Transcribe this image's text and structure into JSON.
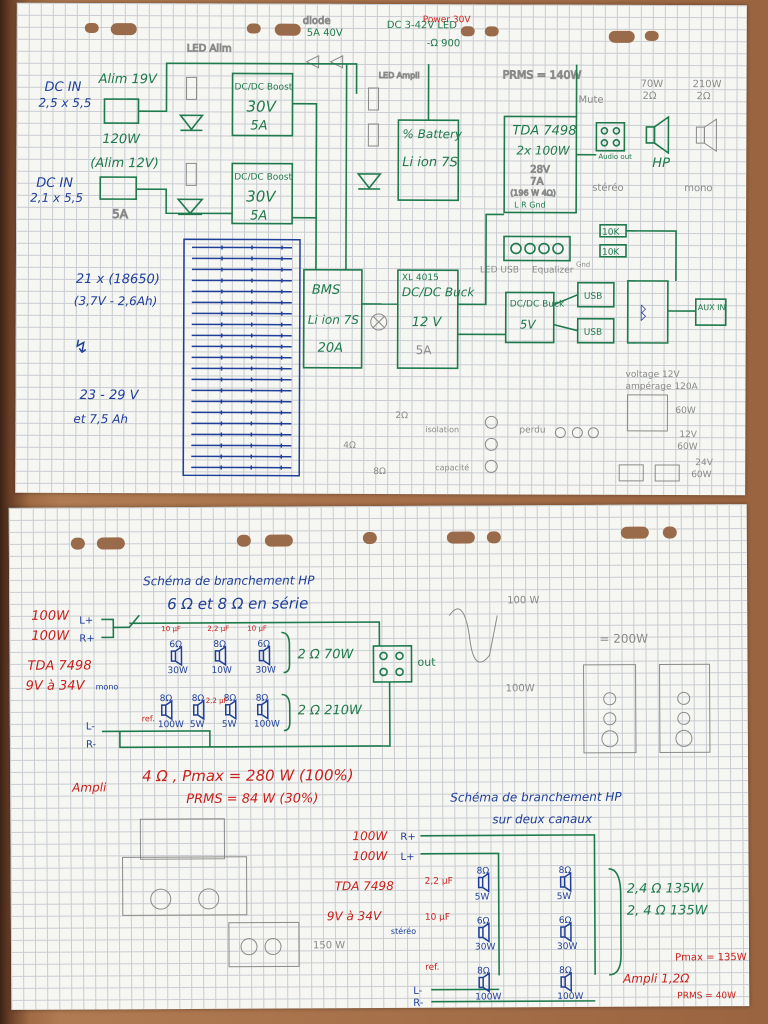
{
  "top": {
    "dc_in_1": "DC IN",
    "dc_in_1_size": "2,5 x 5,5",
    "dc_in_2": "DC IN",
    "dc_in_2_size": "2,1 x 5,5",
    "alim_19v": "Alim 19V",
    "alim_19v_power": "120W",
    "alim_12v": "(Alim 12V)",
    "alim_12v_current": "5A",
    "led_alim": "LED Alim",
    "boost1_title": "DC/DC Boost",
    "boost1_v": "30V",
    "boost1_a": "5A",
    "boost2_title": "DC/DC Boost",
    "boost2_v": "30V",
    "boost2_a": "5A",
    "diode": "diode",
    "diode_spec": "5A 40V",
    "dc_volt": "DC 3-42V LED",
    "power_ref": "Power 30V",
    "ohm_ref": "-Ω 900",
    "led_ampli": "LED Ampli",
    "battery_title": "% Battery",
    "battery_type": "Li ion 7S",
    "prms": "PRMS = 140W",
    "tda_title": "TDA 7498",
    "tda_power": "2x 100W",
    "tda_v": "28V",
    "tda_a": "7A",
    "tda_note": "(196 W 4Ω)",
    "tda_pins": "L R Gnd",
    "mute": "Mute",
    "w70": "70W",
    "o2": "2Ω",
    "w210": "210W",
    "o2b": "2Ω",
    "audio_out": "Audio out",
    "hp": "HP",
    "stereo": "stéréo",
    "mono": "mono",
    "r10k_1": "10K",
    "r10k_2": "10K",
    "led_usb": "LED USB",
    "equalizer": "Equalizer",
    "gnd": "Gnd",
    "cells": "21 x (18650)",
    "cell_spec": "(3,7V - 2,6Ah)",
    "bms_title": "BMS",
    "bms_type": "Li ion 7S",
    "bms_a": "20A",
    "buck1_ref": "XL 4015",
    "buck1_title": "DC/DC Buck",
    "buck1_v": "12 V",
    "buck1_a": "5A",
    "buck2_title": "DC/DC Buck",
    "buck2_v": "5V",
    "usb1": "USB",
    "usb2": "USB",
    "aux_in": "AUX IN",
    "pack_v": "23 - 29 V",
    "pack_ah": "et 7,5 Ah",
    "voltage_note": "voltage 12V",
    "ampere_note": "ampérage 120A",
    "w60": "60W",
    "v12": "12V",
    "w60b": "60W",
    "v24": "24V",
    "w60c": "60W",
    "o4": "4Ω",
    "o8": "8Ω",
    "o2c": "2Ω",
    "isolation": "isolation",
    "perdu": "perdu",
    "capacite": "capacité"
  },
  "bottom": {
    "title1": "Schéma de branchement HP",
    "subtitle1": "6 Ω et 8 Ω en série",
    "in_l_w": "100W",
    "in_l": "L+",
    "in_r_w": "100W",
    "in_r": "R+",
    "tda": "TDA 7498",
    "tda_v": "9V à 34V",
    "mono": "mono",
    "cap1": "10 µF",
    "cap2": "2,2 µF",
    "cap3": "10 µF",
    "sp_row1": [
      {
        "ohm": "6Ω",
        "w": "30W"
      },
      {
        "ohm": "8Ω",
        "w": "10W"
      },
      {
        "ohm": "6Ω",
        "w": "30W"
      }
    ],
    "sp_row2": [
      {
        "ohm": "8Ω",
        "w": "100W"
      },
      {
        "ohm": "8Ω",
        "w": "5W"
      },
      {
        "ohm": "8Ω",
        "w": "5W"
      },
      {
        "ohm": "8Ω",
        "w": "100W"
      }
    ],
    "ref": "ref.",
    "cap4": "2,2 µF",
    "group1": "2 Ω  70W",
    "group2": "2 Ω  210W",
    "out": "out",
    "l_minus": "L-",
    "r_minus": "R-",
    "ampli": "Ampli",
    "ampli_spec": "4 Ω ,  Pmax = 280 W (100%)",
    "prms_spec": "PRMS = 84 W (30%)",
    "sketch_w1": "100 W",
    "sketch_w2": "100W",
    "sketch_total": "= 200W",
    "title2": "Schéma de branchement HP",
    "subtitle2": "sur deux canaux",
    "in2_r_w": "100W",
    "in2_r": "R+",
    "in2_l_w": "100W",
    "in2_l": "L+",
    "tda2": "TDA 7498",
    "tda2_v": "9V à 34V",
    "stereo": "stéréo",
    "cap5": "2,2 µF",
    "cap6": "10 µF",
    "ref2": "ref.",
    "left_col": [
      {
        "ohm": "8Ω",
        "w": "5W"
      },
      {
        "ohm": "6Ω",
        "w": "30W"
      },
      {
        "ohm": "8Ω",
        "w": "100W"
      }
    ],
    "right_col": [
      {
        "ohm": "8Ω",
        "w": "5W"
      },
      {
        "ohm": "6Ω",
        "w": "30W"
      },
      {
        "ohm": "8Ω",
        "w": "100W"
      }
    ],
    "result1": "2,4 Ω   135W",
    "result2": "2, 4 Ω   135W",
    "pmax": "Pmax = 135W",
    "ampli2": "Ampli 1,2Ω",
    "prms2": "PRMS = 40W",
    "l2_minus": "L-",
    "r2_minus": "R-",
    "sketch_w3": "150 W"
  }
}
